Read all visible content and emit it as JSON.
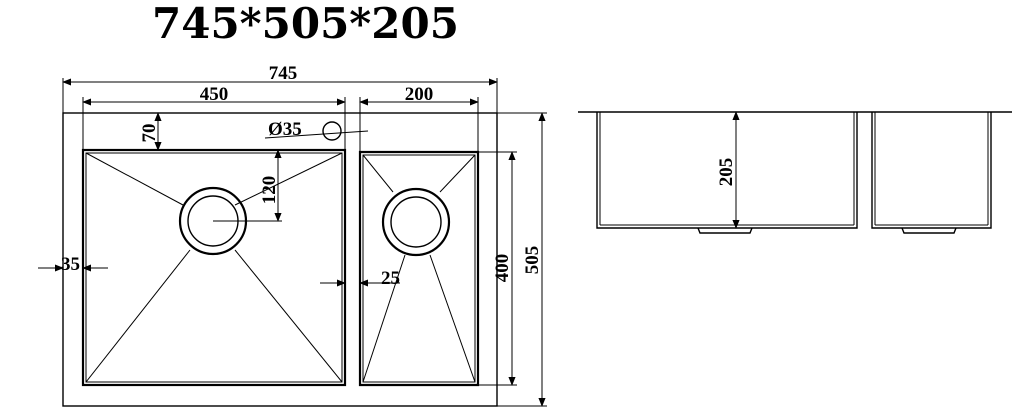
{
  "title": "745*505*205",
  "top_view": {
    "overall_width": "745",
    "large_bowl_width": "450",
    "small_bowl_width": "200",
    "faucet_offset": "70",
    "faucet_hole_diameter": "Ø35",
    "drain_offset": "120",
    "side_margin": "35",
    "divider_gap": "25",
    "bowl_length": "400",
    "overall_length": "505"
  },
  "side_view": {
    "depth": "205"
  }
}
